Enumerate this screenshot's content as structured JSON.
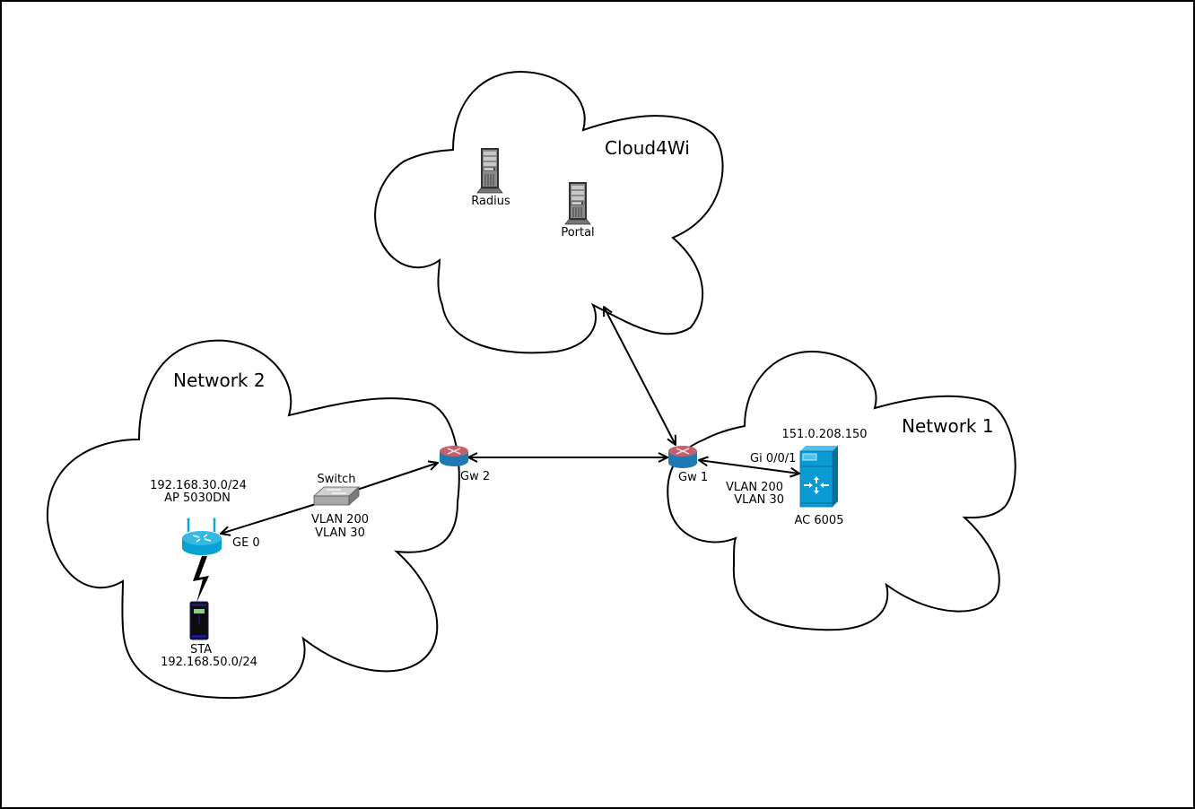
{
  "diagram": {
    "clouds": {
      "cloud4wi": {
        "title": "Cloud4Wi"
      },
      "network1": {
        "title": "Network 1"
      },
      "network2": {
        "title": "Network 2"
      }
    },
    "nodes": {
      "radius": {
        "label": "Radius",
        "icon": "server-icon"
      },
      "portal": {
        "label": "Portal",
        "icon": "server-icon"
      },
      "gw1": {
        "label": "Gw 1",
        "icon": "router-icon"
      },
      "gw2": {
        "label": "Gw 2",
        "icon": "router-icon"
      },
      "ac": {
        "label": "AC 6005",
        "ip": "151.0.208.150",
        "port": "Gi 0/0/1",
        "vlan_line1": "VLAN 200",
        "vlan_line2": "VLAN 30",
        "icon": "access-controller-icon"
      },
      "switch": {
        "label": "Switch",
        "vlan_line1": "VLAN 200",
        "vlan_line2": "VLAN 30",
        "icon": "switch-icon"
      },
      "ap": {
        "subnet": "192.168.30.0/24",
        "label": "AP 5030DN",
        "port": "GE 0",
        "icon": "wireless-router-icon"
      },
      "sta": {
        "label": "STA",
        "subnet": "192.168.50.0/24",
        "icon": "mobile-device-icon"
      }
    },
    "links": [
      {
        "from": "Cloud4Wi",
        "to": "Gw 1",
        "type": "bidirectional"
      },
      {
        "from": "Gw 2",
        "to": "Gw 1",
        "type": "bidirectional"
      },
      {
        "from": "Gw 1",
        "to": "AC 6005",
        "type": "bidirectional"
      },
      {
        "from": "Switch",
        "to": "Gw 2",
        "type": "directed"
      },
      {
        "from": "Switch",
        "to": "AP 5030DN",
        "type": "directed"
      },
      {
        "from": "AP 5030DN",
        "to": "STA",
        "type": "wireless"
      }
    ],
    "colors": {
      "router_top": "#c0616d",
      "router_body": "#1f7ab3",
      "cisco_blue": "#0a9bd3",
      "server_gray": "#8a8a8a",
      "switch_gray": "#a8a8a8",
      "sta_screen": "#7fd67f",
      "sta_body": "#0d0d2b"
    }
  }
}
